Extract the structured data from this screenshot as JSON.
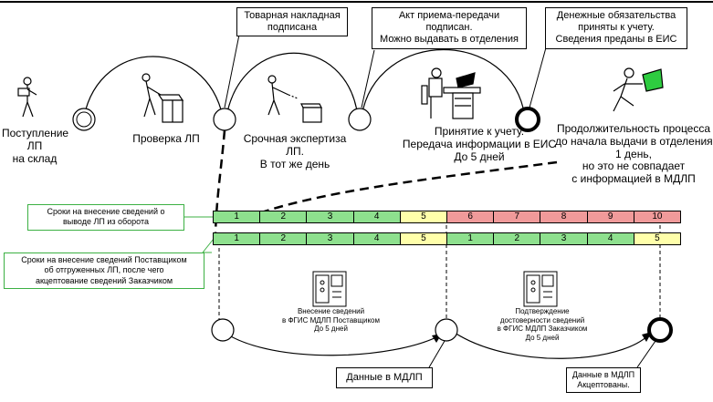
{
  "top_labels": {
    "receipt": "Поступление\nЛП\nна склад",
    "check": "Проверка ЛП",
    "express": "Срочная экспертиза\nЛП.\nВ тот же день",
    "accounting": "Принятие к учету.\nПередача информации в ЕИС\nДо 5 дней",
    "continuation": "Продолжительность процесса\nдо начала выдачи в отделения\n1 день,\nно это не совпадает\nс информацией в МДЛП"
  },
  "callouts": {
    "invoice": "Товарная накладная\nподписана",
    "act": "Акт приема-передачи\nподписан.\nМожно выдавать в отделения",
    "obligations": "Денежные обязательства\nприняты к учету.\nСведения преданы в ЕИС",
    "mdlp_data": "Данные в МДЛП",
    "mdlp_accepted": "Данные в МДЛП\nАкцептованы."
  },
  "green_callouts": {
    "withdrawal": "Сроки на внесение сведений о\nвыводе ЛП из оборота",
    "supplier": "Сроки на внесение сведений Поставщиком\nоб отгруженных ЛП, после чего\nакцептование сведений Заказчиком"
  },
  "bottom_labels": {
    "supplier_entry": "Внесение сведений\nв ФГИС МДЛП Поставщиком\nДо 5 дней",
    "customer_confirm": "Подтверждение\nдостоверности сведений\nв ФГИС МДЛП Заказчиком\nДо 5 дней"
  },
  "timeline_row1": [
    {
      "label": "1",
      "color": "#8ee08e"
    },
    {
      "label": "2",
      "color": "#8ee08e"
    },
    {
      "label": "3",
      "color": "#8ee08e"
    },
    {
      "label": "4",
      "color": "#8ee08e"
    },
    {
      "label": "5",
      "color": "#ffffaa"
    },
    {
      "label": "6",
      "color": "#f09a9a"
    },
    {
      "label": "7",
      "color": "#f09a9a"
    },
    {
      "label": "8",
      "color": "#f09a9a"
    },
    {
      "label": "9",
      "color": "#f09a9a"
    },
    {
      "label": "10",
      "color": "#f09a9a"
    }
  ],
  "timeline_row2": [
    {
      "label": "1",
      "color": "#8ee08e"
    },
    {
      "label": "2",
      "color": "#8ee08e"
    },
    {
      "label": "3",
      "color": "#8ee08e"
    },
    {
      "label": "4",
      "color": "#8ee08e"
    },
    {
      "label": "5",
      "color": "#ffffaa"
    },
    {
      "label": "1",
      "color": "#8ee08e"
    },
    {
      "label": "2",
      "color": "#8ee08e"
    },
    {
      "label": "3",
      "color": "#8ee08e"
    },
    {
      "label": "4",
      "color": "#8ee08e"
    },
    {
      "label": "5",
      "color": "#ffffaa"
    }
  ],
  "colors": {
    "green": "#8ee08e",
    "yellow": "#ffffaa",
    "red": "#f09a9a",
    "callout_border": "#3cb043",
    "flag": "#2ecc40"
  }
}
